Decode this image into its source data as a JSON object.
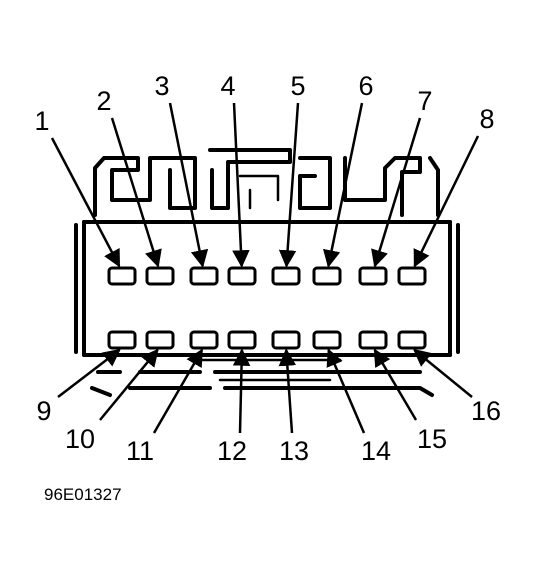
{
  "top_pins": [
    "1",
    "2",
    "3",
    "4",
    "5",
    "6",
    "7",
    "8"
  ],
  "bottom_pins": [
    "9",
    "10",
    "11",
    "12",
    "13",
    "14",
    "15",
    "16"
  ],
  "figure_code": "96E01327"
}
